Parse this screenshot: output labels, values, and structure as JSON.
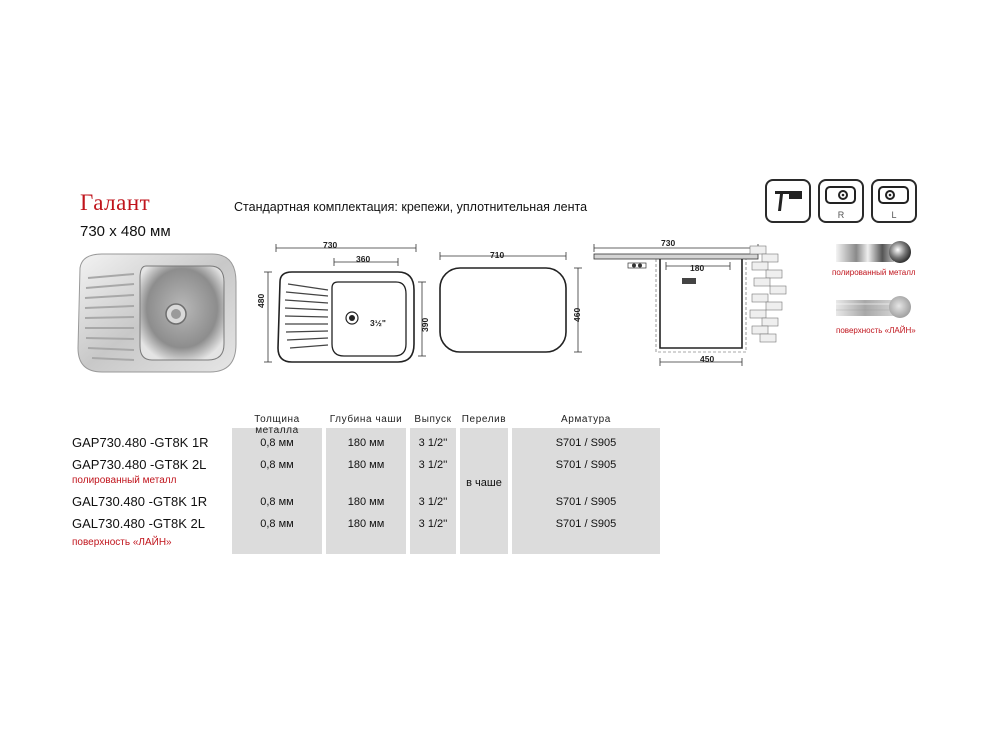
{
  "header": {
    "title": "Галант",
    "size": "730 х 480 мм",
    "standard": "Стандартная комплектация: крепежи, уплотнительная лента"
  },
  "icons": {
    "mount": {
      "name": "overlay-mount-icon"
    },
    "right": {
      "letter": "R",
      "name": "bowl-right-icon"
    },
    "left": {
      "letter": "L",
      "name": "bowl-left-icon"
    }
  },
  "finishes": {
    "polished": "полированный металл",
    "line": "поверхность «ЛАЙН»"
  },
  "drawings": {
    "top": {
      "width": "730",
      "bowl": "360",
      "height": "480",
      "depth": "390",
      "drain": "3½\""
    },
    "cutout": {
      "width": "710",
      "height": "460"
    },
    "section": {
      "width": "730",
      "depth": "180",
      "bottom": "450"
    }
  },
  "table": {
    "headers": {
      "thickness": "Толщина металла",
      "depth": "Глубина чаши",
      "drain": "Выпуск",
      "overflow": "Перелив",
      "fittings": "Арматура"
    },
    "rows": [
      {
        "model": "GAP730.480 -GT8K 1R",
        "thickness": "0,8 мм",
        "depth": "180 мм",
        "drain": "3 1/2''",
        "fittings": "S701 / S905"
      },
      {
        "model": "GAP730.480 -GT8K 2L",
        "thickness": "0,8 мм",
        "depth": "180 мм",
        "drain": "3 1/2''",
        "fittings": "S701 / S905"
      },
      {
        "model": "GAL730.480 -GT8K 1R",
        "thickness": "0,8 мм",
        "depth": "180 мм",
        "drain": "3 1/2''",
        "fittings": "S701 / S905"
      },
      {
        "model": "GAL730.480 -GT8K 2L",
        "thickness": "0,8 мм",
        "depth": "180 мм",
        "drain": "3 1/2''",
        "fittings": "S701 / S905"
      }
    ],
    "overflow_value": "в чаше",
    "group_labels": {
      "polished": "полированный металл",
      "line": "поверхность «ЛАЙН»"
    }
  }
}
